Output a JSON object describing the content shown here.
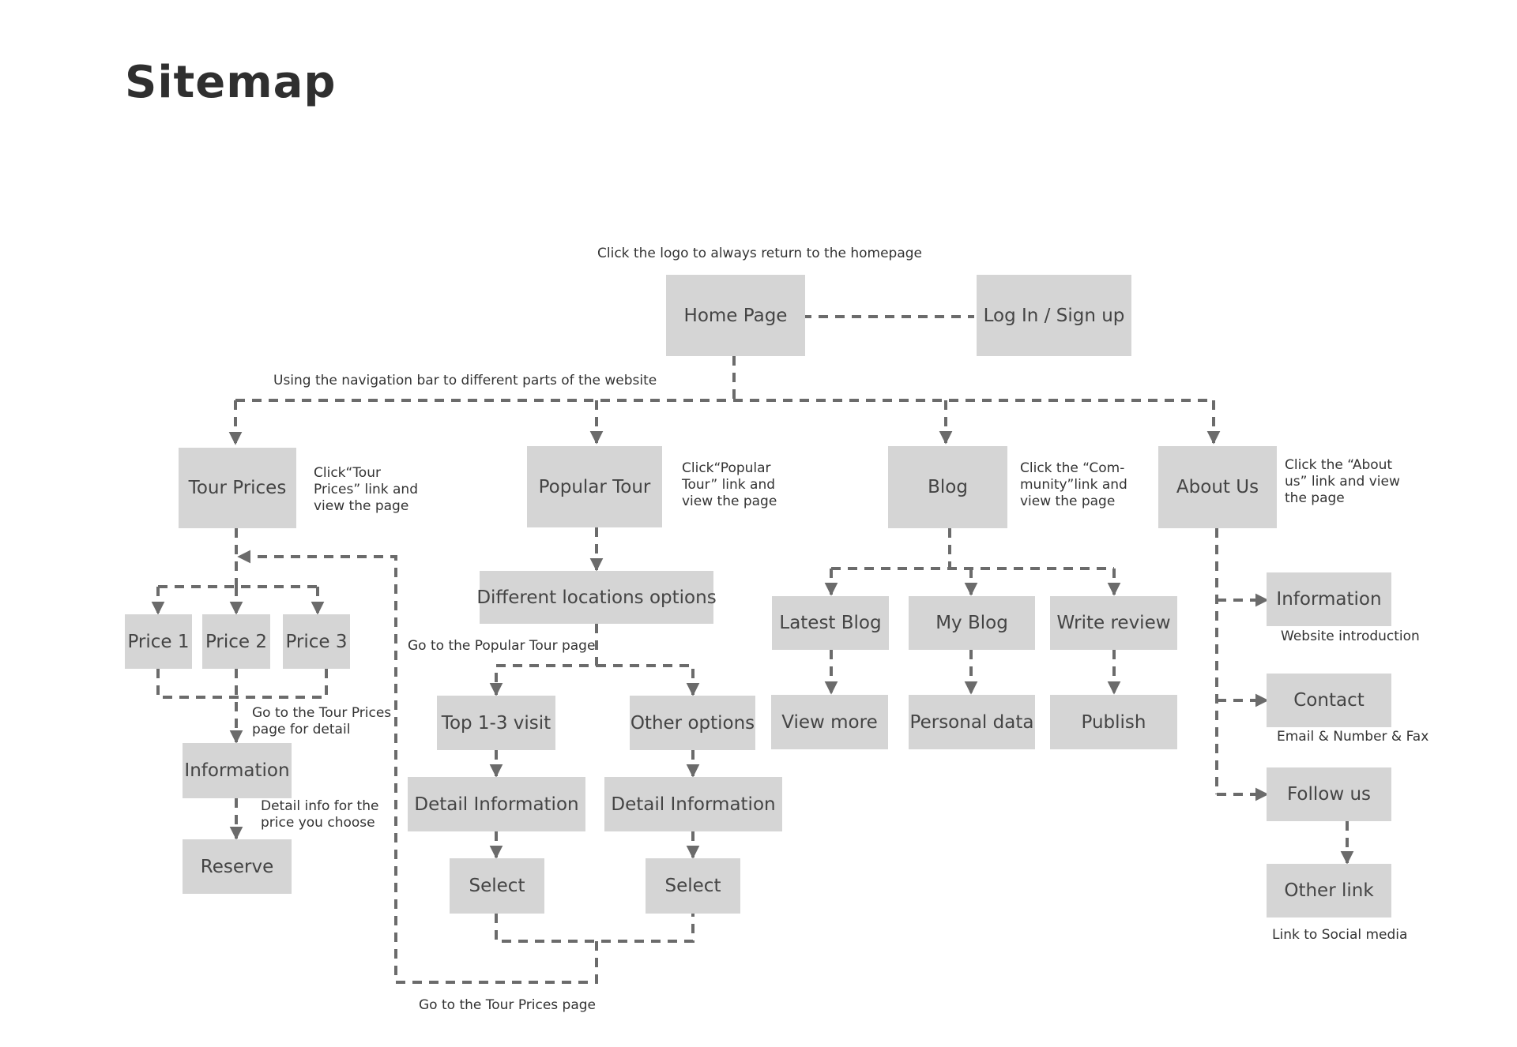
{
  "title": "Sitemap",
  "colors": {
    "box_fill": "#d5d5d5",
    "line": "#6b6b6b",
    "text": "#444444"
  },
  "nodes": {
    "home": "Home Page",
    "login": "Log In / Sign up",
    "tour_prices": "Tour Prices",
    "popular_tour": "Popular Tour",
    "blog": "Blog",
    "about_us": "About Us",
    "price1": "Price 1",
    "price2": "Price 2",
    "price3": "Price 3",
    "tp_information": "Information",
    "reserve": "Reserve",
    "different_locations": "Different locations options",
    "top_visit": "Top 1-3 visit",
    "other_options": "Other options",
    "detail_info_left": "Detail Information",
    "detail_info_right": "Detail Information",
    "select_left": "Select",
    "select_right": "Select",
    "latest_blog": "Latest Blog",
    "my_blog": "My Blog",
    "write_review": "Write review",
    "view_more": "View more",
    "personal_data": "Personal data",
    "publish": "Publish",
    "about_information": "Information",
    "contact": "Contact",
    "follow_us": "Follow us",
    "other_link": "Other link"
  },
  "notes": {
    "logo": "Click the logo to always return to the homepage",
    "navbar": "Using the navigation bar to different parts of the website",
    "tour_prices": [
      "Click“Tour",
      "Prices” link and",
      "view the page"
    ],
    "popular_tour": [
      "Click“Popular",
      "Tour” link and",
      "view the page"
    ],
    "blog": [
      "Click the “Com-",
      "munity”link and",
      "view the page"
    ],
    "about_us": [
      "Click the “About",
      "us” link and view",
      "the page"
    ],
    "go_popular": "Go to the Popular Tour page",
    "go_tour_detail": [
      "Go to the Tour Prices",
      "page for detail"
    ],
    "detail_info": [
      "Detail info for the",
      "price you choose"
    ],
    "go_tour_prices": "Go to the  Tour Prices page",
    "website_intro": "Website introduction",
    "contact_sub": "Email & Number & Fax",
    "social": "Link to Social media"
  }
}
